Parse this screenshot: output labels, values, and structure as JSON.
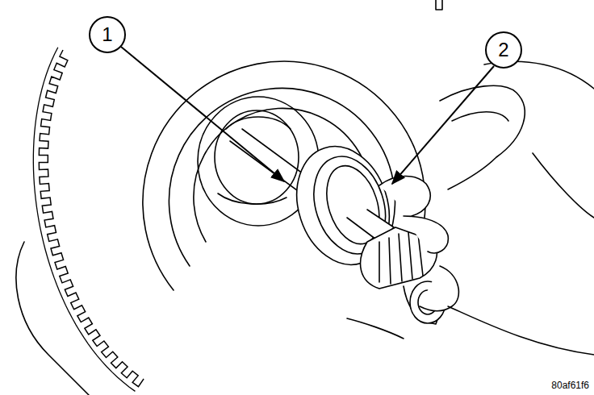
{
  "diagram": {
    "labels": [
      "1",
      "2",
      "80af61f6"
    ]
  }
}
